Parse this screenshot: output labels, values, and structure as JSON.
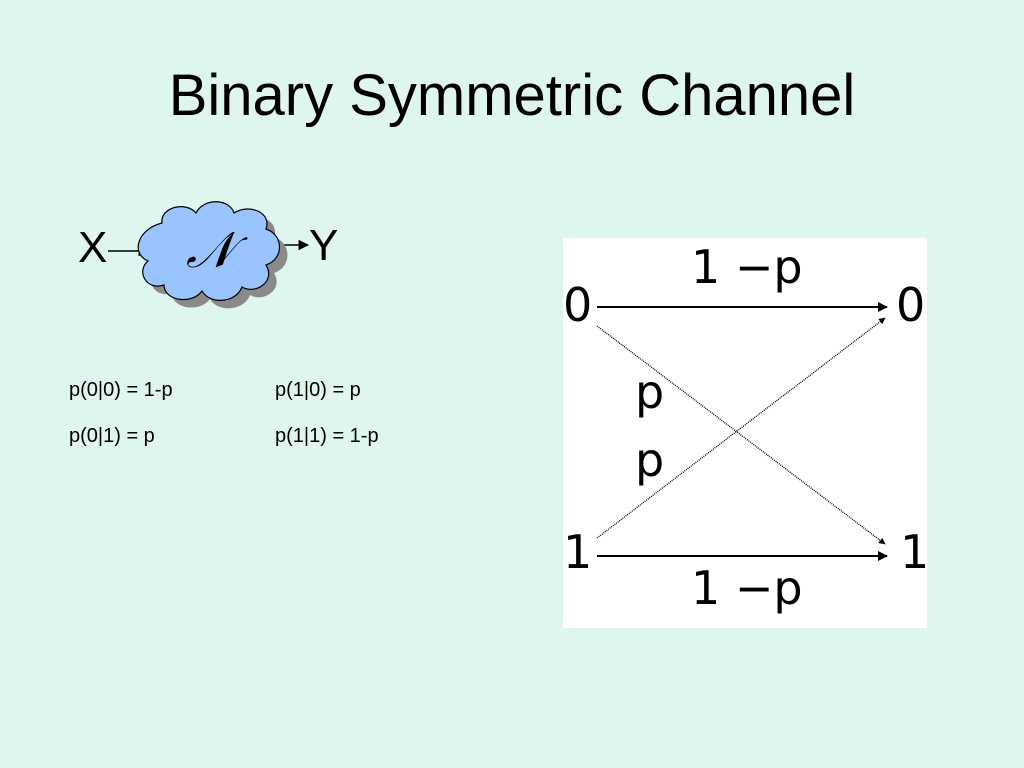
{
  "title": "Binary Symmetric Channel",
  "channel_block": {
    "input_label": "X",
    "output_label": "Y",
    "channel_symbol": "𝒩"
  },
  "probabilities": {
    "p00": "p(0|0) = 1-p",
    "p10": "p(1|0) = p",
    "p01": "p(0|1) = p",
    "p11": "p(1|1) = 1-p"
  },
  "bsc_diagram": {
    "input_zero": "0",
    "input_one": "1",
    "output_zero": "0",
    "output_one": "1",
    "top_edge_label": "1 −p",
    "bottom_edge_label": "1 −p",
    "cross_label_upper": "p",
    "cross_label_lower": "p"
  },
  "colors": {
    "background": "#dff5ef",
    "cloud_fill": "#99c4ff",
    "cloud_shadow": "#888888",
    "panel": "#ffffff",
    "ink": "#000000"
  }
}
